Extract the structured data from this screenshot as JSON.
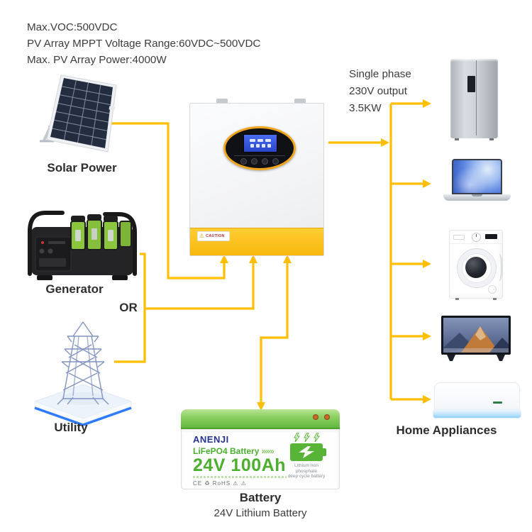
{
  "pv_specs": {
    "max_voc": "Max.VOC:500VDC",
    "mppt_range": "PV Array MPPT Voltage Range:60VDC~500VDC",
    "max_power": "Max. PV Array Power:4000W"
  },
  "output_specs": {
    "phase": "Single phase",
    "voltage": "230V output",
    "power": "3.5KW"
  },
  "labels": {
    "solar": "Solar Power",
    "generator": "Generator",
    "or": "OR",
    "utility": "Utility",
    "battery": "Battery",
    "battery_sub": "24V Lithium Battery",
    "appliances": "Home Appliances"
  },
  "inverter": {
    "caution": "CAUTION"
  },
  "battery_box": {
    "brand": "ANENJI",
    "product": "LiFePO4 Battery",
    "chevrons": "»»»",
    "rating": "24V 100Ah",
    "certs": "CE ♻ RoHS ⚠ ⚠",
    "caption1": "Lithium Iron phosphate",
    "caption2": "deep cycle battery"
  },
  "colors": {
    "wire": "#FFBF00",
    "inverter_band": "#FFC51F",
    "battery_green": "#58B437",
    "brand_blue": "#27348B",
    "platform_blue": "#2E7BFF"
  }
}
